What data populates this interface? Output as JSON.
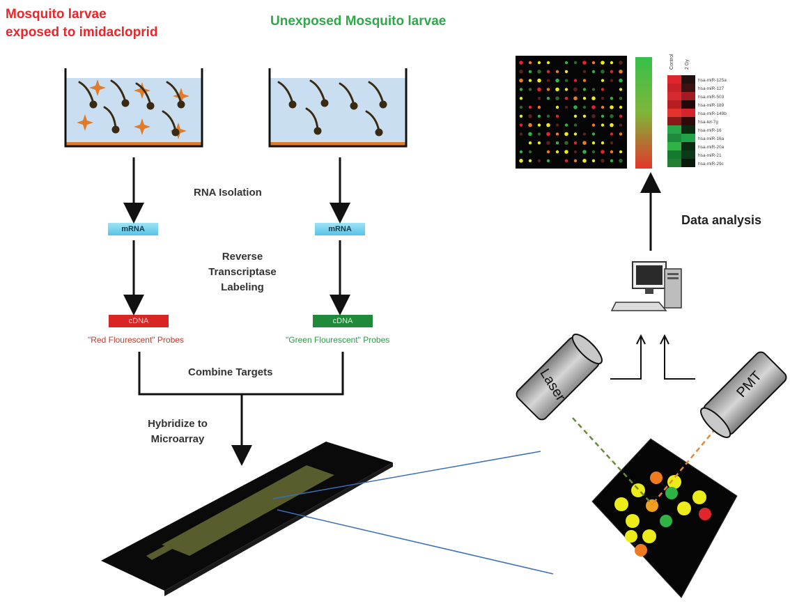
{
  "labels": {
    "exposed_line1": "Mosquito larvae",
    "exposed_line2": "exposed to imidacloprid",
    "unexposed": "Unexposed Mosquito larvae",
    "rna_isolation": "RNA Isolation",
    "mrna_left": "mRNA",
    "mrna_right": "mRNA",
    "rt_line1": "Reverse",
    "rt_line2": "Transcriptase",
    "rt_line3": "Labeling",
    "cdna_left": "cDNA",
    "cdna_right": "cDNA",
    "red_probes": "\"Red Flourescent\" Probes",
    "green_probes": "\"Green Flourescent\" Probes",
    "combine": "Combine Targets",
    "hyb_line1": "Hybridize to",
    "hyb_line2": "Microarray",
    "data_analysis": "Data analysis",
    "laser": "Laser",
    "pmt": "PMT"
  },
  "heatmap": {
    "columns": [
      "Control",
      "2 Gy"
    ],
    "genes": [
      "hsa-miR-125a",
      "hsa-miR-127",
      "hsa-miR-503",
      "hsa-miR-189",
      "hsa-miR-149b",
      "hsa-let-7g",
      "hsa-miR-16",
      "hsa-miR-16a",
      "hsa-miR-20a",
      "hsa-miR-21",
      "hsa-miR-29c"
    ]
  },
  "colors": {
    "red": "#e8262b",
    "green": "#2fa84a",
    "water": "#c9dff1",
    "tank_floor": "#e07b2a",
    "mrna": "#55c4e6",
    "cdna_red": "#d92524",
    "cdna_green": "#1f8b3a",
    "scatter_line": "#3a6fb8"
  }
}
